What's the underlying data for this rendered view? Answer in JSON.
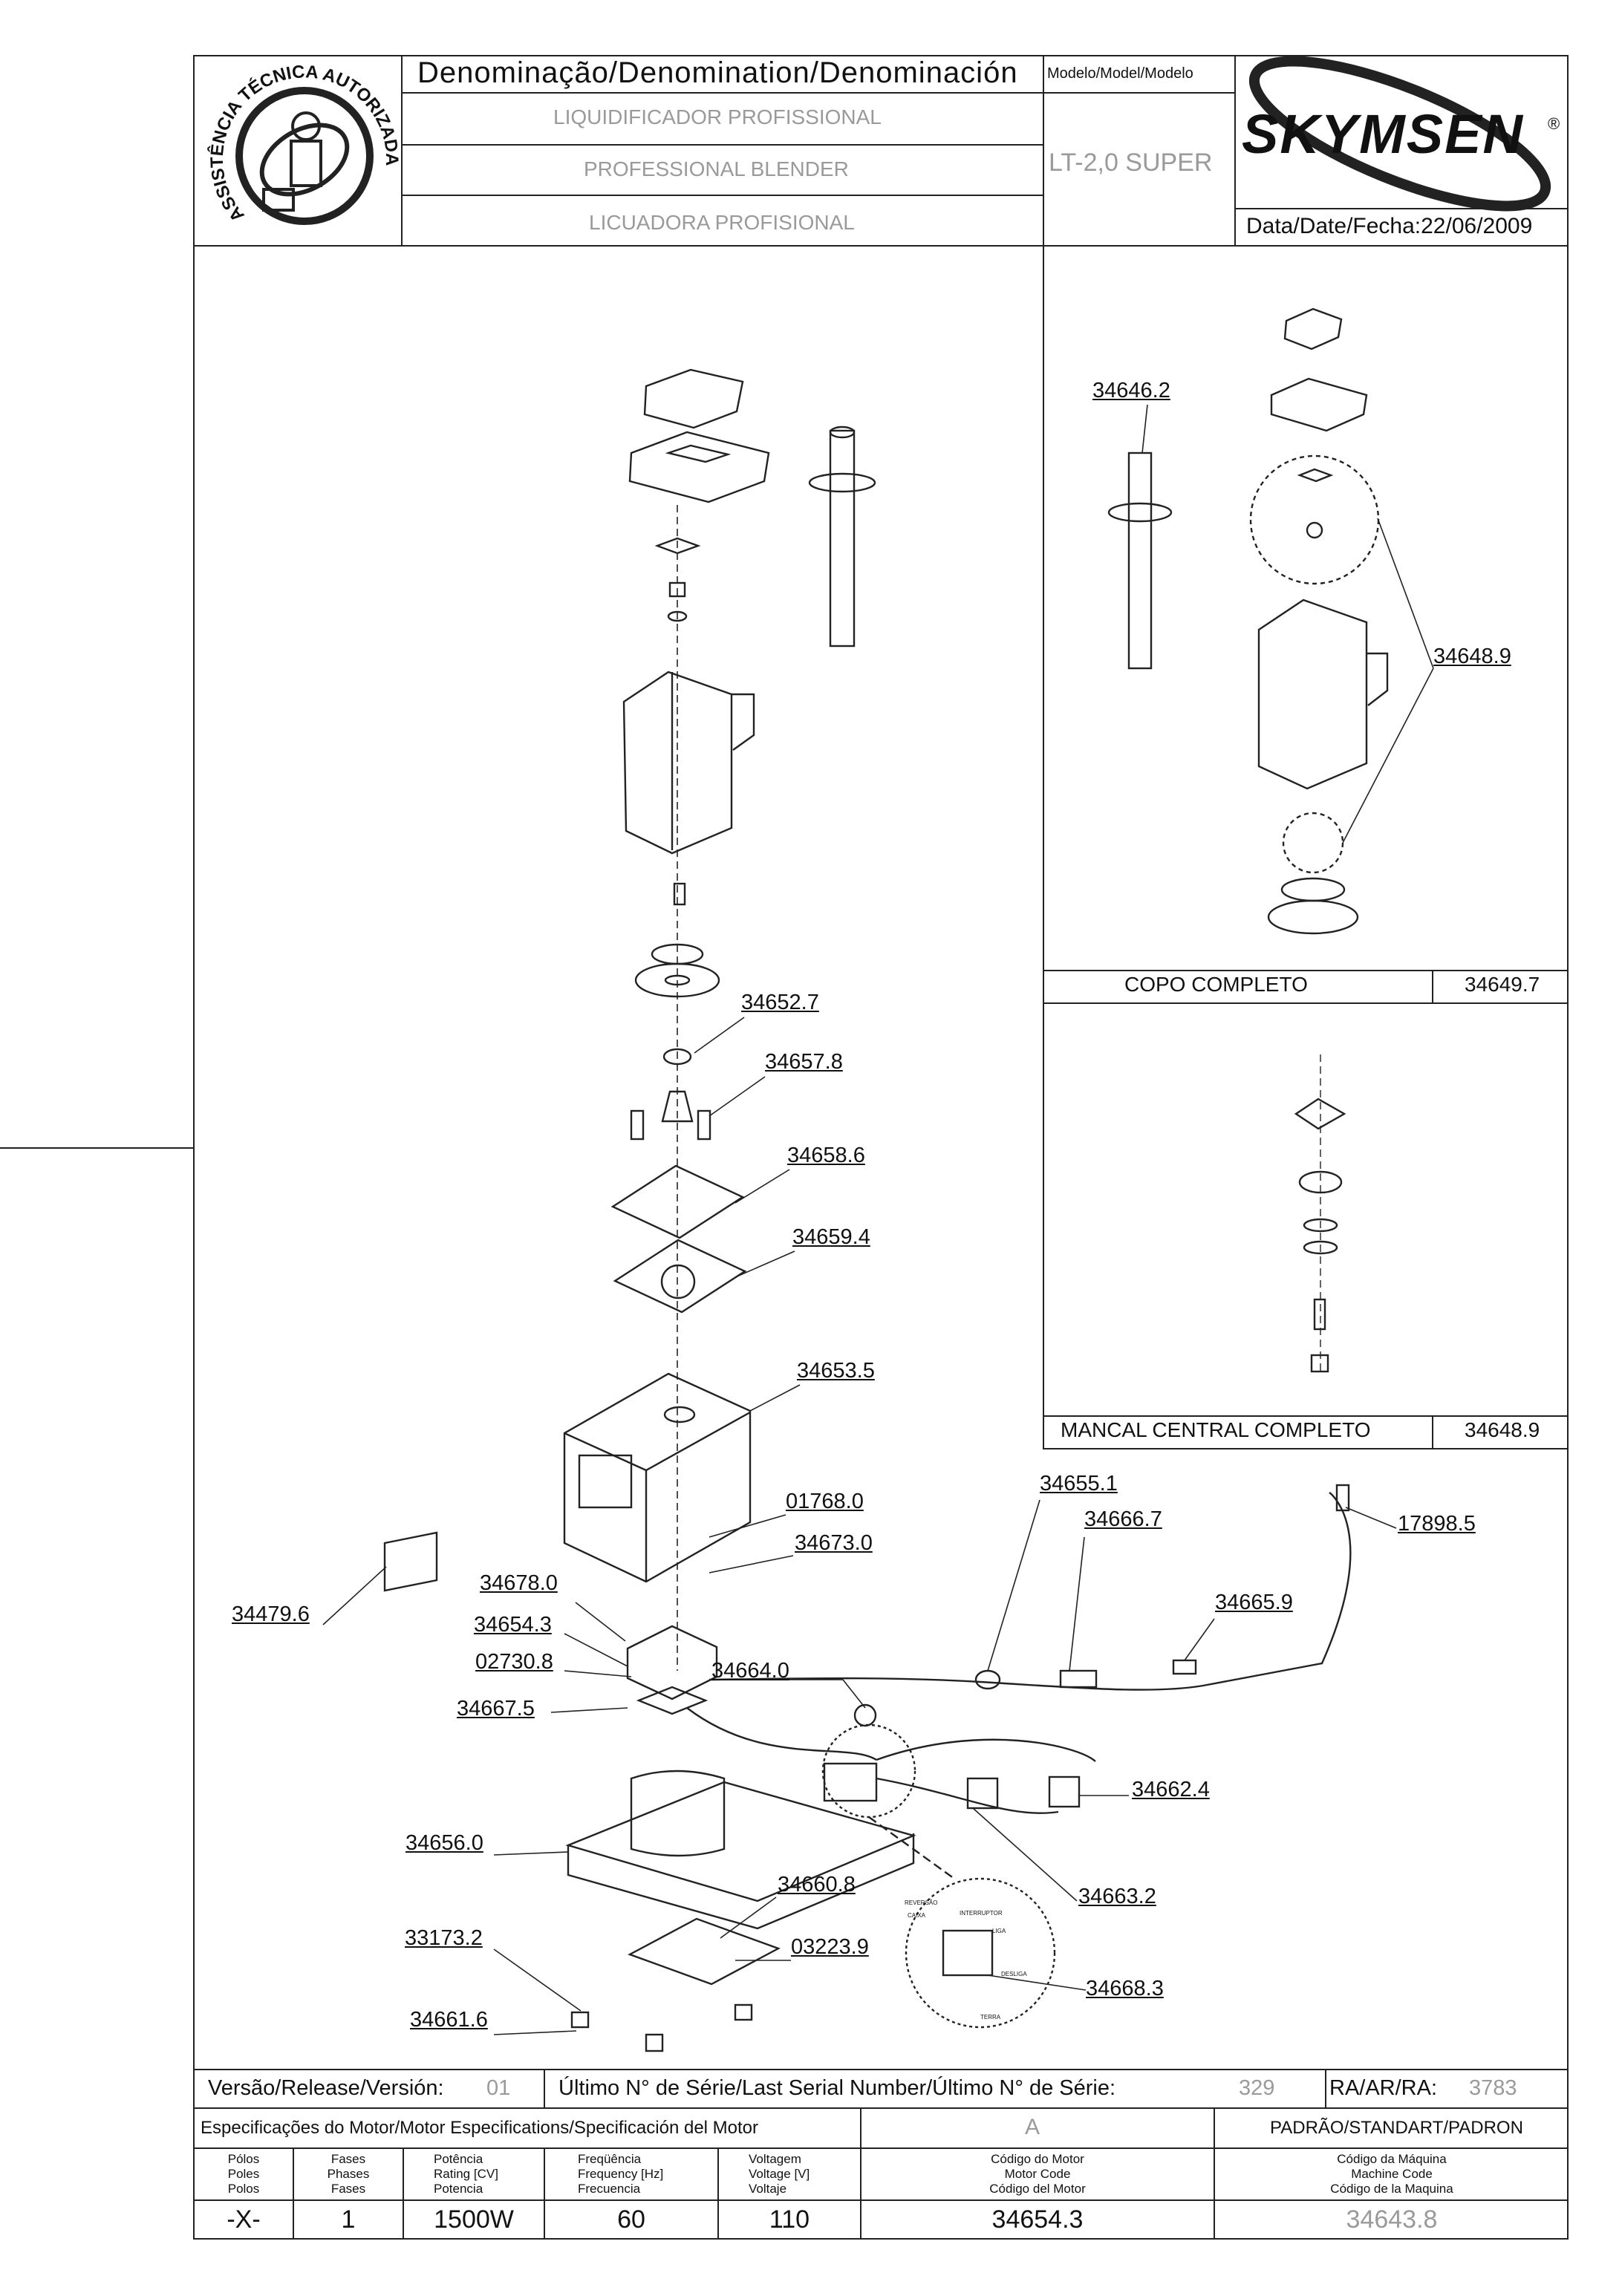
{
  "header": {
    "denomination_title": "Denominação/Denomination/Denominación",
    "name_pt": "LIQUIDIFICADOR PROFISSIONAL",
    "name_en": "PROFESSIONAL BLENDER",
    "name_es": "LICUADORA PROFISIONAL",
    "model_title": "Modelo/Model/Modelo",
    "model_value": "LT-2,0 SUPER",
    "brand": "SKYMSEN",
    "brand_mark": "®",
    "date_label": "Data/Date/Fecha:",
    "date_value": "22/06/2009",
    "seal_text": "ASSISTÊNCIA TÉCNICA AUTORIZADA"
  },
  "panels": {
    "cup": {
      "title": "COPO COMPLETO",
      "code": "34649.7"
    },
    "bearing": {
      "title": "MANCAL CENTRAL COMPLETO",
      "code": "34648.9"
    }
  },
  "parts": [
    "34646.2",
    "34648.9",
    "34652.7",
    "34657.8",
    "34658.6",
    "34659.4",
    "34653.5",
    "01768.0",
    "34673.0",
    "34655.1",
    "34666.7",
    "17898.5",
    "34479.6",
    "34678.0",
    "34654.3",
    "02730.8",
    "34667.5",
    "34664.0",
    "34665.9",
    "34662.4",
    "34656.0",
    "34660.8",
    "33173.2",
    "03223.9",
    "34663.2",
    "34668.3",
    "34661.6"
  ],
  "footer": {
    "version_label": "Versão/Release/Versión:",
    "version_value": "01",
    "serial_label": "Último N° de Série/Last Serial Number/Último N° de Série:",
    "serial_value": "329",
    "ra_label": "RA/AR/RA:",
    "ra_value": "3783",
    "motor_spec_label": "Especificações do Motor/Motor Especifications/Specificación del Motor",
    "motor_class": "A",
    "standard_label": "PADRÃO/STANDART/PADRON",
    "col_poles": "Pólos\nPoles\nPolos",
    "col_phases": "Fases\nPhases\nFases",
    "col_power": "Potência\nRating [CV]\nPotencia",
    "col_freq": "Freqüência\nFrequency [Hz]\nFrecuencia",
    "col_voltage": "Voltagem\nVoltage [V]\nVoltaje",
    "col_motor_code": "Código do Motor\nMotor Code\nCódigo del Motor",
    "col_machine_code": "Código da Máquina\nMachine Code\nCódigo de la Maquina",
    "val_poles": "-X-",
    "val_phases": "1",
    "val_power": "1500W",
    "val_freq": "60",
    "val_voltage": "110",
    "val_motor_code": "34654.3",
    "val_machine_code": "34643.8"
  },
  "connector_notes": [
    "REVERSÃO",
    "INTERRUPTOR",
    "LIGA",
    "DESLIGA",
    "CAIXA",
    "TERRA"
  ]
}
